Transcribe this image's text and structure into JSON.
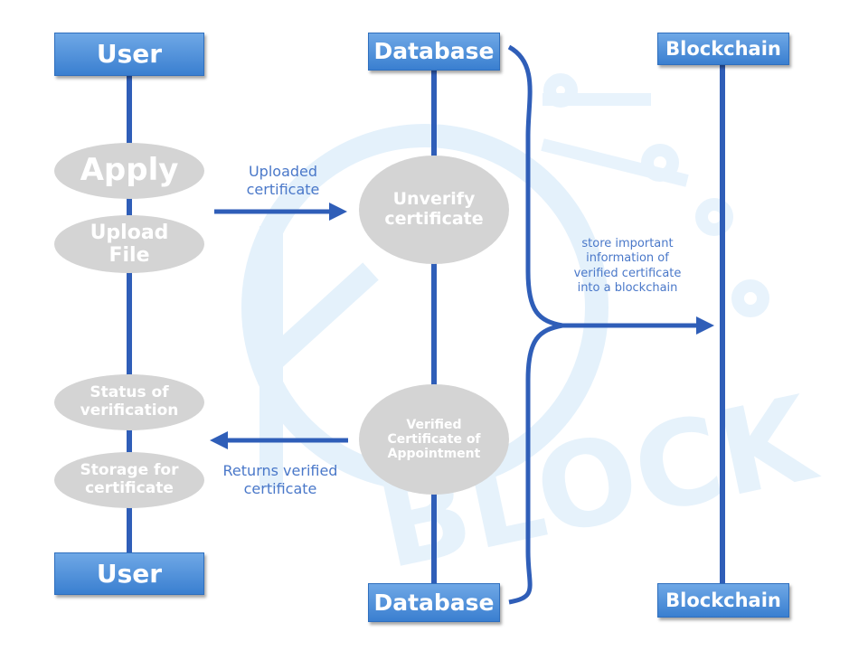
{
  "lanes": {
    "user_top": "User",
    "database_top": "Database",
    "blockchain_top": "Blockchain",
    "user_bottom": "User",
    "database_bottom": "Database",
    "blockchain_bottom": "Blockchain"
  },
  "user_steps": {
    "apply": "Apply",
    "upload": "Upload\nFile",
    "status": "Status of\nverification",
    "storage": "Storage for\ncertificate"
  },
  "database_steps": {
    "unverify": "Unverify\ncertificate",
    "verified": "Verified\nCertificate of\nAppointment"
  },
  "arrows": {
    "uploaded": "Uploaded\ncertificate",
    "returns": "Returns verified\ncertificate",
    "store": "store important\ninformation of\nverified certificate\ninto a blockchain"
  },
  "watermark_text": "BLOCK",
  "colors": {
    "header_blue": "#4a8ad8",
    "line_blue": "#2f5eb8",
    "oval_gray": "#d4d4d4",
    "label_blue": "#4a78c9"
  }
}
